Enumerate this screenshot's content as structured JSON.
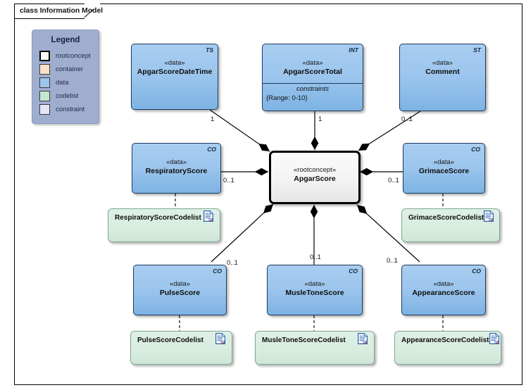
{
  "diagram": {
    "tab_label": "class Information Model"
  },
  "legend": {
    "title": "Legend",
    "items": [
      {
        "label": "rootconcept",
        "color": "#ffffff",
        "style": "thick"
      },
      {
        "label": "container",
        "color": "#fae0c9",
        "style": "thin"
      },
      {
        "label": "data",
        "color": "#9dc6ee",
        "style": "thin"
      },
      {
        "label": "codelist",
        "color": "#c6e6d2",
        "style": "thin"
      },
      {
        "label": "constraint",
        "color": "#e4e6f7",
        "style": "thin"
      }
    ]
  },
  "nodes": {
    "root": {
      "stereotype": "«rootconcept»",
      "name": "ApgarScore"
    },
    "apgar_datetime": {
      "stereotype": "«data»",
      "name": "ApgarScoreDateTime",
      "badge": "TS"
    },
    "apgar_total": {
      "stereotype": "«data»",
      "name": "ApgarScoreTotal",
      "badge": "INT",
      "compartment_title": "constraints",
      "compartment_item": "{Range: 0-10}"
    },
    "comment": {
      "stereotype": "«data»",
      "name": "Comment",
      "badge": "ST"
    },
    "respiratory": {
      "stereotype": "«data»",
      "name": "RespiratoryScore",
      "badge": "CO"
    },
    "grimace": {
      "stereotype": "«data»",
      "name": "GrimaceScore",
      "badge": "CO"
    },
    "pulse": {
      "stereotype": "«data»",
      "name": "PulseScore",
      "badge": "CO"
    },
    "musletone": {
      "stereotype": "«data»",
      "name": "MusleToneScore",
      "badge": "CO"
    },
    "appearance": {
      "stereotype": "«data»",
      "name": "AppearanceScore",
      "badge": "CO"
    },
    "respiratory_codelist": {
      "name": "RespiratoryScoreCodelist",
      "icon": "document-icon"
    },
    "grimace_codelist": {
      "name": "GrimaceScoreCodelist",
      "icon": "document-icon"
    },
    "pulse_codelist": {
      "name": "PulseScoreCodelist",
      "icon": "document-icon"
    },
    "musletone_codelist": {
      "name": "MusleToneScoreCodelist",
      "icon": "document-icon"
    },
    "appearance_codelist": {
      "name": "AppearanceScoreCodelist",
      "icon": "document-icon"
    }
  },
  "multiplicities": {
    "datetime": "1",
    "total": "1",
    "comment": "0..1",
    "respiratory": "0..1",
    "grimace": "0..1",
    "pulse": "0..1",
    "musletone": "0..1",
    "appearance": "0..1"
  }
}
